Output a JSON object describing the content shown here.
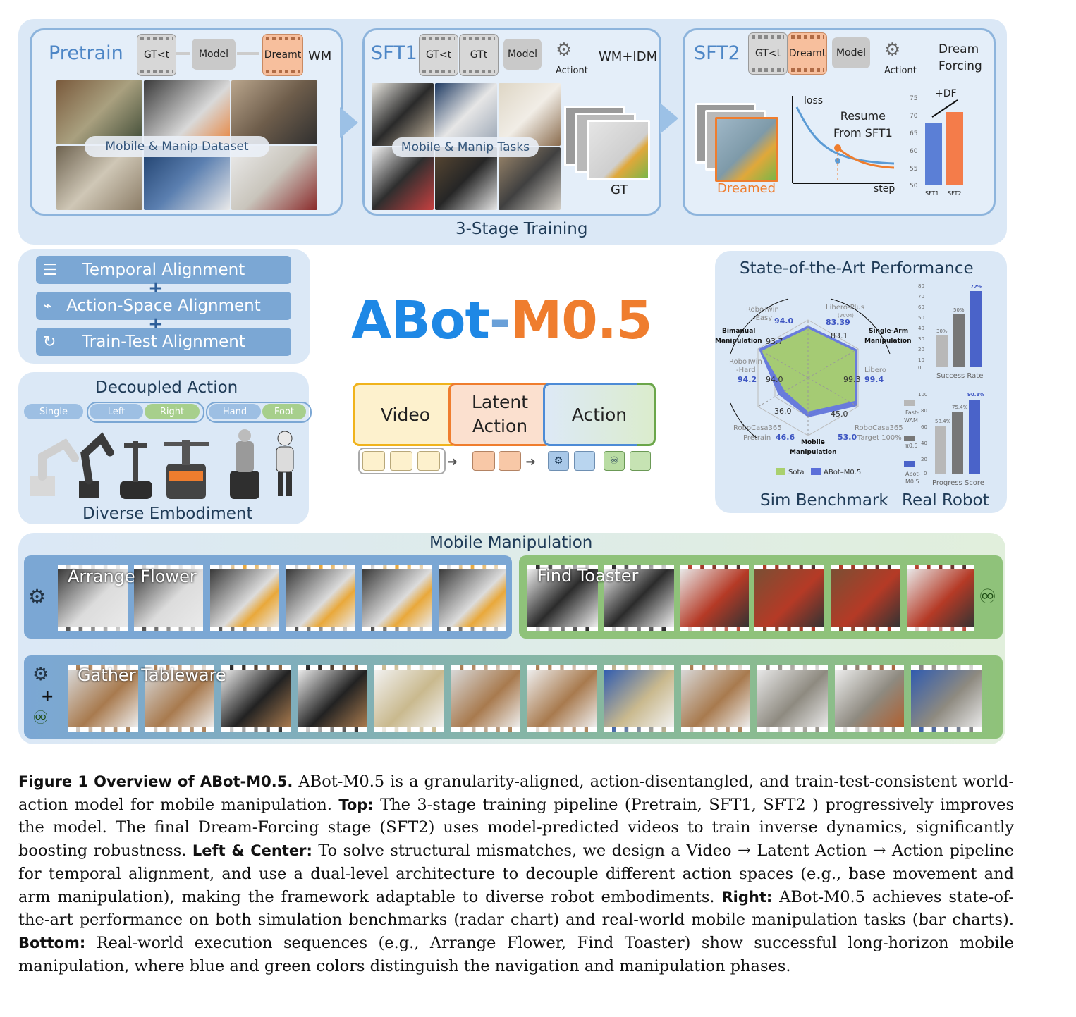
{
  "pretrain": {
    "title": "Pretrain",
    "gt": "GT<t",
    "model": "Model",
    "dream": "Dreamt",
    "out": "WM",
    "pill": "Mobile & Manip Dataset"
  },
  "sft1": {
    "title": "SFT1",
    "gt1": "GT<t",
    "gt2": "GTt",
    "model": "Model",
    "action": "Actiont",
    "out": "WM+IDM",
    "pill": "Mobile & Manip Tasks",
    "gt_label": "GT"
  },
  "sft2": {
    "title": "SFT2",
    "gt": "GT<t",
    "dream": "Dreamt",
    "model": "Model",
    "action": "Actiont",
    "out_line1": "Dream",
    "out_line2": "Forcing",
    "dreamed": "Dreamed",
    "loss": "loss",
    "step": "step",
    "resume1": "Resume",
    "resume2": "From SFT1",
    "df": "+DF",
    "bar_ticks": [
      "75",
      "70",
      "65",
      "60",
      "55",
      "50"
    ],
    "bar_labels": [
      "SFT1",
      "SFT2"
    ]
  },
  "training_label": "3-Stage Training",
  "alignments": [
    "Temporal Alignment",
    "Action-Space Alignment",
    "Train-Test Alignment"
  ],
  "plus": "+",
  "brand": {
    "a": "ABot",
    "dash": "-",
    "b": "M0.5"
  },
  "decoupled": {
    "title": "Decoupled Action",
    "chips": [
      "Single",
      "Left",
      "Right",
      "Hand",
      "Foot"
    ],
    "footer": "Diverse Embodiment"
  },
  "pipeline": {
    "video": "Video",
    "latent1": "Latent",
    "latent2": "Action",
    "action": "Action"
  },
  "sota": {
    "title": "State-of-the-Art Performance",
    "sim": "Sim Benchmark",
    "real": "Real Robot",
    "legend_sota": "Sota",
    "legend_abot": "ABot–M0.5",
    "radar_labels": [
      "RoboTwin\n-Easy",
      "Libero-Plus\n(WAM)",
      "Libero",
      "RoboCasa365\nTarget 100%",
      "RoboCasa365\nPretrain",
      "RoboTwin\n-Hard"
    ],
    "groups": [
      "Bimanual\nManipulation",
      "Single-Arm\nManipulation",
      "Mobile\nManipulation"
    ],
    "abot_vals": [
      "94.0",
      "83.39",
      "99.4",
      "53.0",
      "46.6",
      "94.2"
    ],
    "sota_vals": [
      "93.7",
      "83.1",
      "99.3",
      "45.0",
      "36.0",
      "94.0"
    ],
    "success_rate": "Success Rate",
    "progress_score": "Progress Score",
    "success_ticks": [
      "80",
      "70",
      "60",
      "50",
      "40",
      "30",
      "20",
      "10",
      "0"
    ],
    "progress_ticks": [
      "100",
      "80",
      "60",
      "40",
      "20",
      "0"
    ],
    "success_vals": [
      "30%",
      "50%",
      "72%"
    ],
    "progress_vals": [
      "58.4%",
      "75.4%",
      "90.8%"
    ],
    "legend_bars": [
      "Fast-\nWAM",
      "π0.5",
      "Abot-\nM0.5"
    ]
  },
  "mobile": {
    "title": "Mobile Manipulation",
    "task1": "Arrange Flower",
    "task2": "Find Toaster",
    "task3": "Gather Tableware",
    "plus": "+"
  },
  "colors": {
    "nav": "#5b93cf",
    "manip": "#8fc27a",
    "brand_blue": "#1e88e5",
    "brand_orange": "#ef7d2e"
  },
  "caption": {
    "fig": "Figure 1  Overview of ABot-M0.5.",
    "p1": " ABot-M0.5 is a granularity-aligned, action-disentangled, and train-test-consistent world-action model for mobile manipulation. ",
    "top": "Top:",
    "p2": " The 3-stage training pipeline (Pretrain, SFT1, SFT2 ) progressively improves the model. The final Dream-Forcing stage (SFT2) uses model-predicted videos to train inverse dynamics, significantly boosting robustness. ",
    "lc": "Left & Center:",
    "p3": " To solve structural mismatches, we design a Video → Latent Action → Action pipeline for temporal alignment, and use a dual-level architecture to decouple different action spaces (e.g., base movement and arm manipulation), making the framework adaptable to diverse robot embodiments. ",
    "right": "Right:",
    "p4": " ABot-M0.5 achieves state-of-the-art performance on both simulation benchmarks (radar chart) and real-world mobile manipulation tasks (bar charts). ",
    "bottom": "Bottom:",
    "p5": " Real-world execution sequences (e.g., Arrange Flower, Find Toaster) show successful long-horizon mobile manipulation, where blue and green colors distinguish the navigation and manipulation phases."
  }
}
